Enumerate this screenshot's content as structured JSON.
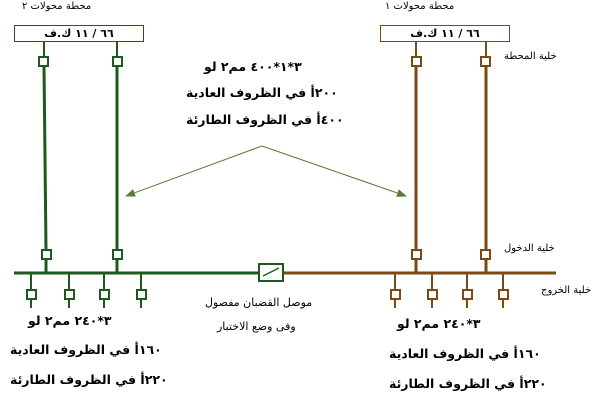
{
  "colors": {
    "green": "#1e5a1e",
    "brown": "#7a4a14",
    "arrow": "#5a7a3a"
  },
  "station2": {
    "title": "محطة محولات ٢",
    "voltage": "٦٦ / ١١ ك.ف",
    "cable_in": {
      "spec": "٣*١*٤٠٠ مم٢ لو",
      "rating_normal": "٢٠٠أ في الظروف العادية",
      "rating_emergency": "٤٠٠أ في الظروف الطارئة"
    },
    "cable_out": {
      "spec": "٣*٢٤٠ مم٢ لو",
      "rating_normal": "١٦٠أ في الظروف العادية",
      "rating_emergency": "٢٢٠أ في الظروف الطارئة"
    }
  },
  "station1": {
    "title": "محطة محولات ١",
    "voltage": "٦٦ / ١١ ك.ف",
    "cable_out": {
      "spec": "٣*٢٤٠ مم٢ لو",
      "rating_normal": "١٦٠أ في الظروف العادية",
      "rating_emergency": "٢٢٠أ في الظروف الطارئة"
    }
  },
  "labels": {
    "station_cell": "خلية المحطة",
    "incoming_cell": "خلية الدخول",
    "outgoing_cell": "خلية الخروج"
  },
  "bus_coupler": {
    "line1": "موصل القضبان مفصول",
    "line2": "وفى وضع الاختبار"
  }
}
